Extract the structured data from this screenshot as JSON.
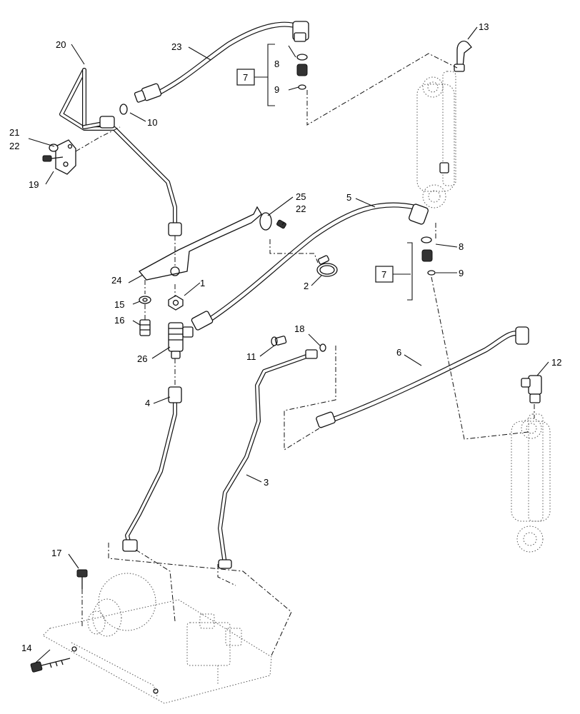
{
  "callouts": [
    {
      "id": "c1",
      "text": "1"
    },
    {
      "id": "c2",
      "text": "2"
    },
    {
      "id": "c3",
      "text": "3"
    },
    {
      "id": "c4",
      "text": "4"
    },
    {
      "id": "c5",
      "text": "5"
    },
    {
      "id": "c6",
      "text": "6"
    },
    {
      "id": "c7a",
      "text": "7"
    },
    {
      "id": "c7b",
      "text": "7"
    },
    {
      "id": "c8a",
      "text": "8"
    },
    {
      "id": "c8b",
      "text": "8"
    },
    {
      "id": "c9a",
      "text": "9"
    },
    {
      "id": "c9b",
      "text": "9"
    },
    {
      "id": "c10",
      "text": "10"
    },
    {
      "id": "c11",
      "text": "11"
    },
    {
      "id": "c12",
      "text": "12"
    },
    {
      "id": "c13",
      "text": "13"
    },
    {
      "id": "c14",
      "text": "14"
    },
    {
      "id": "c15",
      "text": "15"
    },
    {
      "id": "c16",
      "text": "16"
    },
    {
      "id": "c17",
      "text": "17"
    },
    {
      "id": "c18",
      "text": "18"
    },
    {
      "id": "c19",
      "text": "19"
    },
    {
      "id": "c20",
      "text": "20"
    },
    {
      "id": "c21",
      "text": "21"
    },
    {
      "id": "c22a",
      "text": "22"
    },
    {
      "id": "c22b",
      "text": "22"
    },
    {
      "id": "c23",
      "text": "23"
    },
    {
      "id": "c24",
      "text": "24"
    },
    {
      "id": "c25",
      "text": "25"
    },
    {
      "id": "c26",
      "text": "26"
    }
  ]
}
